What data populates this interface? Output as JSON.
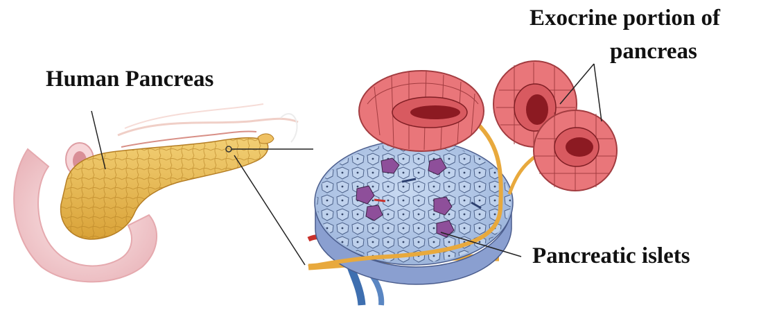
{
  "labels": {
    "human_pancreas": "Human Pancreas",
    "exocrine_line1": "Exocrine portion of",
    "exocrine_line2": "pancreas",
    "pancreatic_islets": "Pancreatic islets"
  },
  "colors": {
    "pancreas_yellow": "#e8b84a",
    "duodenum_pink": "#f3c9cc",
    "acinus_red": "#e9767a",
    "islet_cell_blue": "#b9cdea",
    "alpha_cell_purple": "#8e4f9a",
    "vessel_blue": "#3e6fb0",
    "vessel_red": "#c8312c",
    "duct_orange": "#e8a93d"
  }
}
